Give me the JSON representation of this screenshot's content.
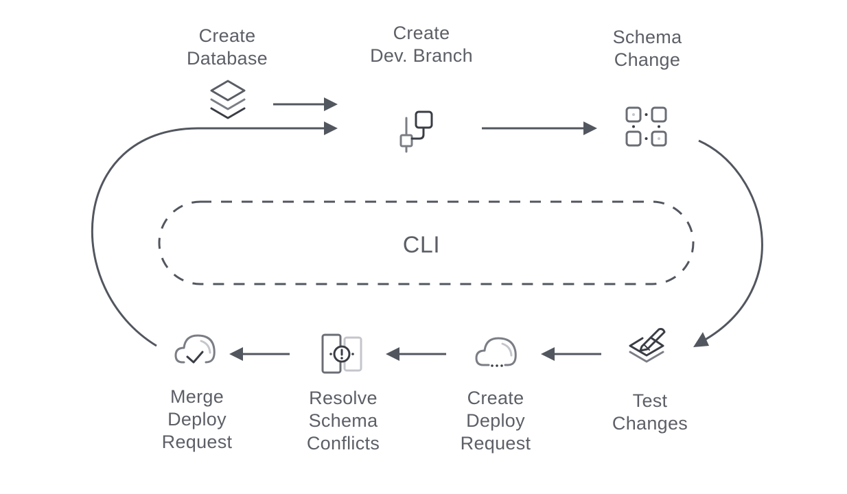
{
  "center_label": "CLI",
  "steps": [
    {
      "id": "create-database",
      "lines": [
        "Create",
        "Database"
      ]
    },
    {
      "id": "create-dev-branch",
      "lines": [
        "Create",
        "Dev. Branch"
      ]
    },
    {
      "id": "schema-change",
      "lines": [
        "Schema",
        "Change"
      ]
    },
    {
      "id": "test-changes",
      "lines": [
        "Test",
        "Changes"
      ]
    },
    {
      "id": "create-deploy-request",
      "lines": [
        "Create",
        "Deploy",
        "Request"
      ]
    },
    {
      "id": "resolve-schema-conflicts",
      "lines": [
        "Resolve",
        "Schema",
        "Conflicts"
      ]
    },
    {
      "id": "merge-deploy-request",
      "lines": [
        "Merge",
        "Deploy",
        "Request"
      ]
    }
  ],
  "colors": {
    "stroke": "#52565e",
    "text": "#5c5f66",
    "light_stroke": "#c4c6cb",
    "icon_gray": "#7a7d84"
  }
}
